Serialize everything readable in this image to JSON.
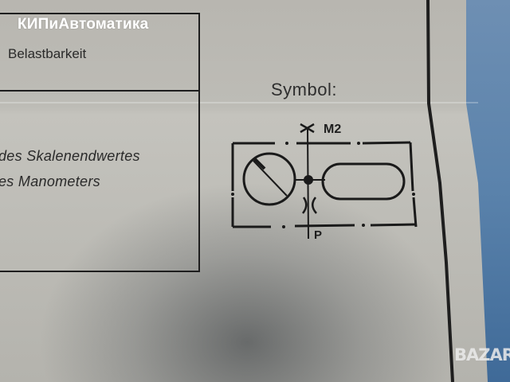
{
  "watermarks": {
    "top_left": "КИПиАвтоматика",
    "bottom_right": "BAZAR"
  },
  "document": {
    "table": {
      "row1_label": "Belastbarkeit",
      "row2_line1": "des Skalenendwertes",
      "row2_line2": "es Manometers"
    },
    "symbol_section": {
      "heading": "Symbol:",
      "label_top": "M2",
      "label_bottom": "P",
      "elements": [
        "pressure-gauge-circle",
        "junction-dot",
        "restrictor",
        "reservoir-oval",
        "dash-dot-enclosure",
        "exhaust-cross"
      ]
    }
  },
  "colors": {
    "paper": "#bdbcb6",
    "ink": "#1e1e1e",
    "background_blue": "#5f86ae"
  }
}
